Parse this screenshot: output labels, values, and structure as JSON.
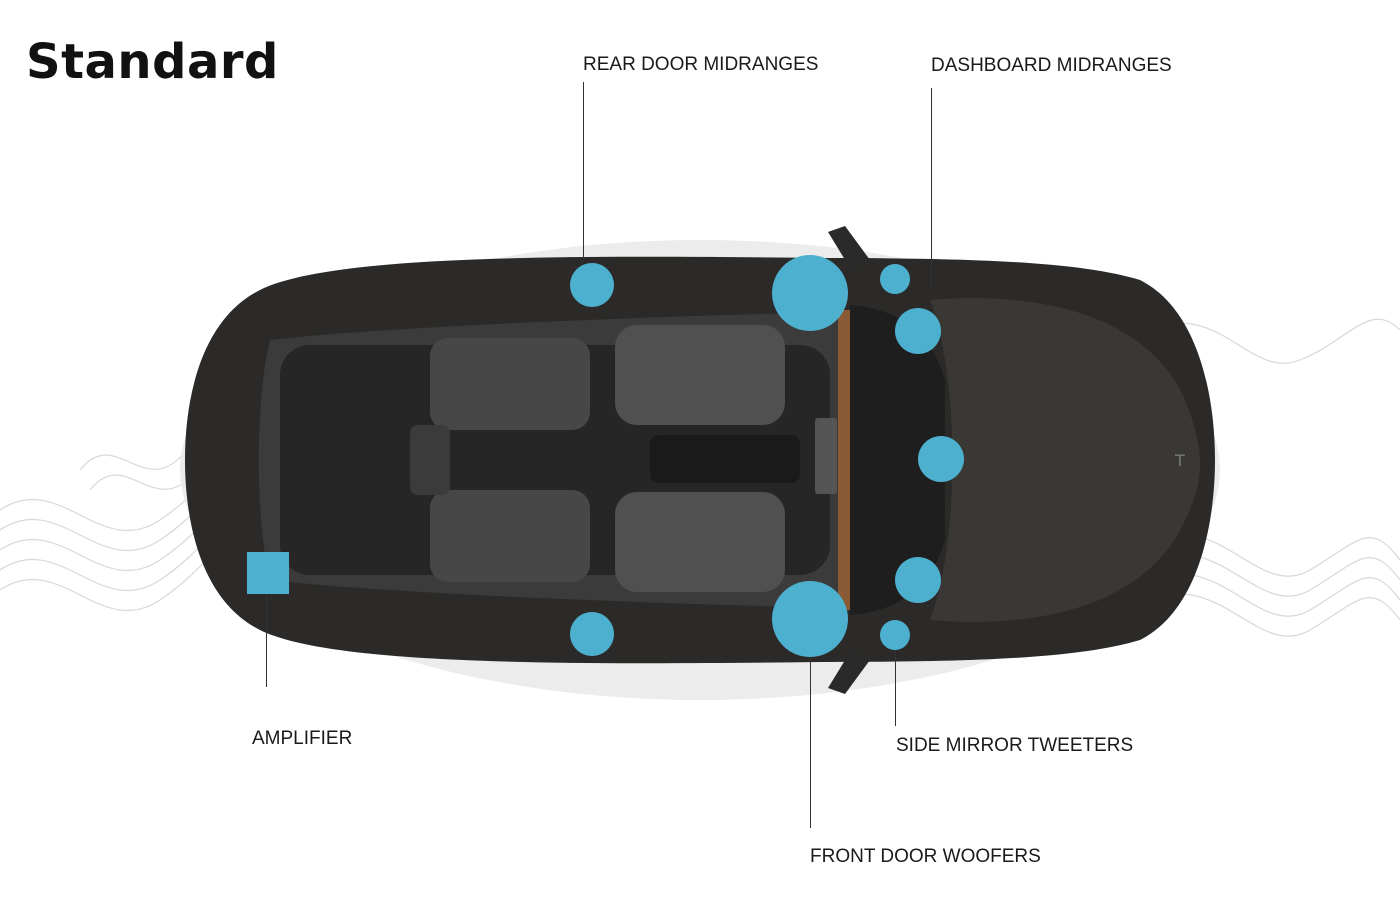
{
  "title": "Standard",
  "labels": {
    "rear_door_midranges": "REAR DOOR MIDRANGES",
    "dashboard_midranges": "DASHBOARD MIDRANGES",
    "amplifier": "AMPLIFIER",
    "side_mirror_tweeters": "SIDE MIRROR TWEETERS",
    "front_door_woofers": "FRONT DOOR WOOFERS"
  },
  "colors": {
    "speaker": "#4eb0cf",
    "car_body": "#2b2a28",
    "wave_lines": "#d6d6d6"
  }
}
